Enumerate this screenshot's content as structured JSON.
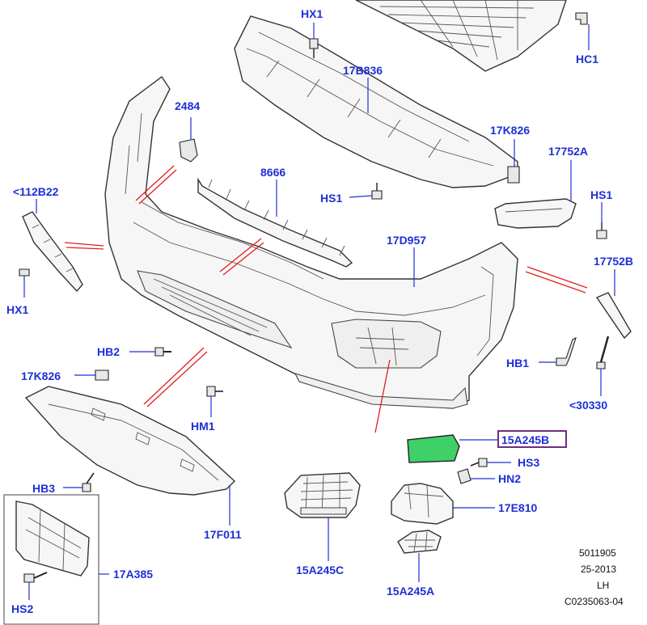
{
  "diagram": {
    "callouts": {
      "hx1_top": "HX1",
      "hc1": "HC1",
      "p17b836": "17B836",
      "p2484": "2484",
      "p17k826_top": "17K826",
      "p17752a": "17752A",
      "p8666": "8666",
      "hs1_mid": "HS1",
      "hs1_right": "HS1",
      "p112b22": "<112B22",
      "p17d957": "17D957",
      "p17752b": "17752B",
      "hx1_left": "HX1",
      "hb2": "HB2",
      "hb1": "HB1",
      "p17k826_left": "17K826",
      "p30330": "<30330",
      "hm1": "HM1",
      "p15a245b": "15A245B",
      "hs3": "HS3",
      "hn2": "HN2",
      "hb3": "HB3",
      "p17e810": "17E810",
      "p17f011": "17F011",
      "p17a385": "17A385",
      "p15a245c": "15A245C",
      "p15a245a": "15A245A",
      "hs2": "HS2"
    },
    "highlight_color": "#3fd068",
    "callout_color": "#1f2fd6",
    "guide_color": "#e0201c",
    "meta": {
      "line1": "5011905",
      "line2": "25-2013",
      "line3": "LH",
      "line4": "C0235063-04"
    }
  }
}
